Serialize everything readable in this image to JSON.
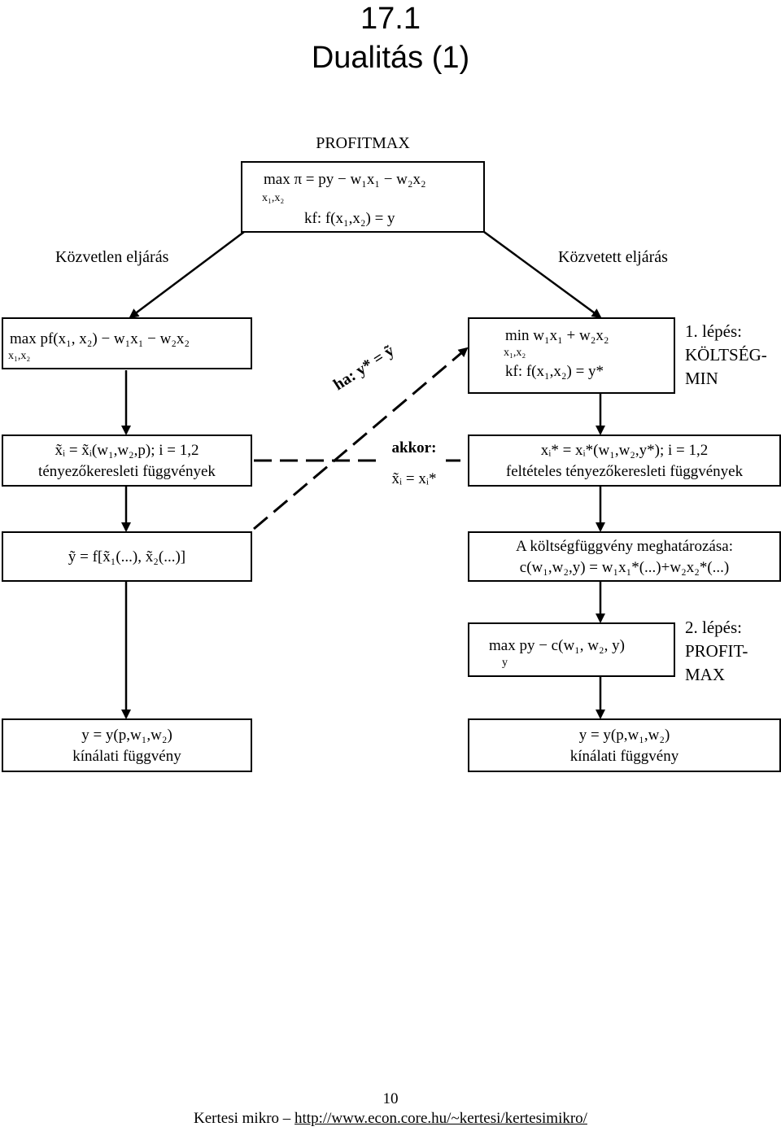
{
  "header": {
    "section_number": "17.1",
    "title": "Dualitás (1)"
  },
  "top": {
    "label": "PROFITMAX",
    "objective": "max π = py − w₁x₁ − w₂x₂",
    "objective_sub": "x₁,x₂",
    "constraint": "kf: f(x₁,x₂) = y"
  },
  "branches": {
    "left_label": "Közvetlen eljárás",
    "right_label": "Közvetett eljárás"
  },
  "left": {
    "box1_line1": "max pf(x₁, x₂) − w₁x₁ − w₂x₂",
    "box1_sub": "x₁,x₂",
    "box2_line1": "x̃ᵢ = x̃ᵢ(w₁,w₂,p); i = 1,2",
    "box2_line2": "tényezőkeresleti függvények",
    "box3_line1": "ỹ = f[x̃₁(...), x̃₂(...)]",
    "box4_line1": "y = y(p,w₁,w₂)",
    "box4_line2": "kínálati függvény"
  },
  "middle": {
    "condition": "ha: y* = ỹ",
    "then_label": "akkor:",
    "then_eq": "x̃ᵢ = xᵢ*"
  },
  "right": {
    "box1_line1": "min w₁x₁ + w₂x₂",
    "box1_sub": "x₁,x₂",
    "box1_line2": "kf: f(x₁,x₂) = y*",
    "step1_line1": "1. lépés:",
    "step1_line2": "KÖLTSÉG-",
    "step1_line3": "MIN",
    "box2_line1": "xᵢ* = xᵢ*(w₁,w₂,y*); i = 1,2",
    "box2_line2": "feltételes tényezőkeresleti függvények",
    "box3_line1": "A költségfüggvény meghatározása:",
    "box3_line2": "c(w₁,w₂,y) = w₁x₁*(...)+w₂x₂*(...)",
    "box4_line1": "max py − c(w₁, w₂, y)",
    "box4_sub": "y",
    "step2_line1": "2. lépés:",
    "step2_line2": "PROFIT-",
    "step2_line3": "MAX",
    "box5_line1": "y = y(p,w₁,w₂)",
    "box5_line2": "kínálati függvény"
  },
  "footer": {
    "page_number": "10",
    "author": "Kertesi mikro –",
    "link": "http://www.econ.core.hu/~kertesi/kertesimikro/"
  }
}
